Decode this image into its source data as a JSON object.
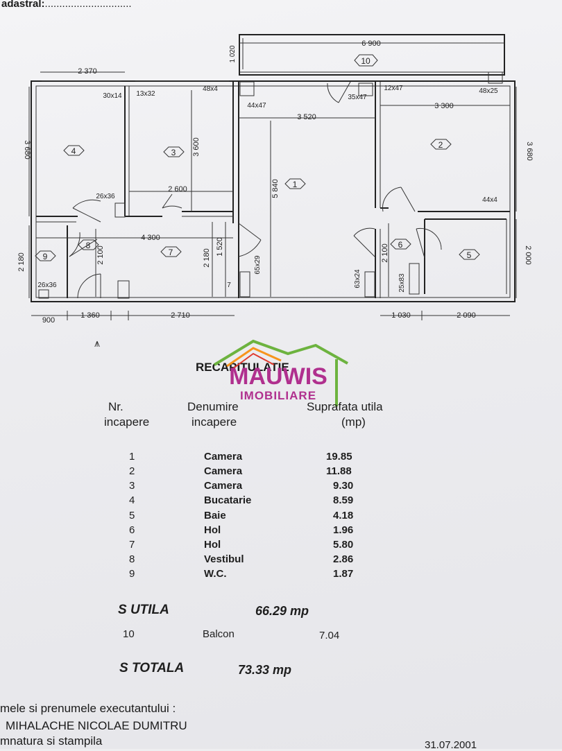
{
  "header": {
    "cadastral_label": "adastral:"
  },
  "plan": {
    "rooms": [
      "1",
      "2",
      "3",
      "4",
      "5",
      "6",
      "7",
      "8",
      "9",
      "10"
    ],
    "dims": {
      "d6900": "6 900",
      "d1020": "1 020",
      "d2370": "2 370",
      "d30x14": "30x14",
      "d13x32": "13x32",
      "d48x4": "48x4",
      "d44x47": "44x47",
      "d35x47": "35x47",
      "d12x47": "12x47",
      "d48x25": "48x25",
      "d3520": "3 520",
      "d3300": "3 300",
      "d3680a": "3 680",
      "d3680b": "3 680",
      "d3600": "3 600",
      "d5840": "5 840",
      "d26x36a": "26x36",
      "d2600": "2 600",
      "d44x4": "44x4",
      "d4300": "4 300",
      "d2100a": "2 100",
      "d2180a": "2 180",
      "d2180b": "2 180",
      "d1520": "1 520",
      "d2100b": "2 100",
      "d2000": "2 000",
      "d26x36b": "26x36",
      "d7": "7",
      "d65x29": "65x29",
      "d63x24": "63x24",
      "d25x83": "25x83",
      "d900": "900",
      "d1360": "1 360",
      "d2710": "2 710",
      "d1030": "1 030",
      "d2090": "2 090"
    }
  },
  "recap": {
    "title": "RECAPITULATIE",
    "col1": [
      "Nr.",
      "incapere"
    ],
    "col2": [
      "Denumire",
      "incapere"
    ],
    "col3": [
      "Suprafata utila",
      "(mp)"
    ],
    "rows": [
      {
        "nr": "1",
        "name": "Camera",
        "area": "19.85"
      },
      {
        "nr": "2",
        "name": "Camera",
        "area": "11.88"
      },
      {
        "nr": "3",
        "name": "Camera",
        "area": "9.30"
      },
      {
        "nr": "4",
        "name": "Bucatarie",
        "area": "8.59"
      },
      {
        "nr": "5",
        "name": "Baie",
        "area": "4.18"
      },
      {
        "nr": "6",
        "name": "Hol",
        "area": "1.96"
      },
      {
        "nr": "7",
        "name": "Hol",
        "area": "5.80"
      },
      {
        "nr": "8",
        "name": "Vestibul",
        "area": "2.86"
      },
      {
        "nr": "9",
        "name": "W.C.",
        "area": "1.87"
      }
    ],
    "s_utila_label": "S  UTILA",
    "s_utila_value": "66.29 mp",
    "balcon": {
      "nr": "10",
      "name": "Balcon",
      "area": "7.04"
    },
    "s_totala_label": "S  TOTALA",
    "s_totala_value": "73.33 mp"
  },
  "logo": {
    "line1": "MAUWIS",
    "line2": "IMOBILIARE"
  },
  "footer": {
    "line1": "mele si prenumele executantului :",
    "line2": "MIHALACHE NICOLAE DUMITRU",
    "line3": "mnatura si stampila",
    "date": "31.07.2001"
  },
  "colors": {
    "logo_purple": "#b0308e",
    "roof_green": "#6db33f",
    "roof_orange": "#f7941d",
    "roof_red": "#e03a2f"
  }
}
